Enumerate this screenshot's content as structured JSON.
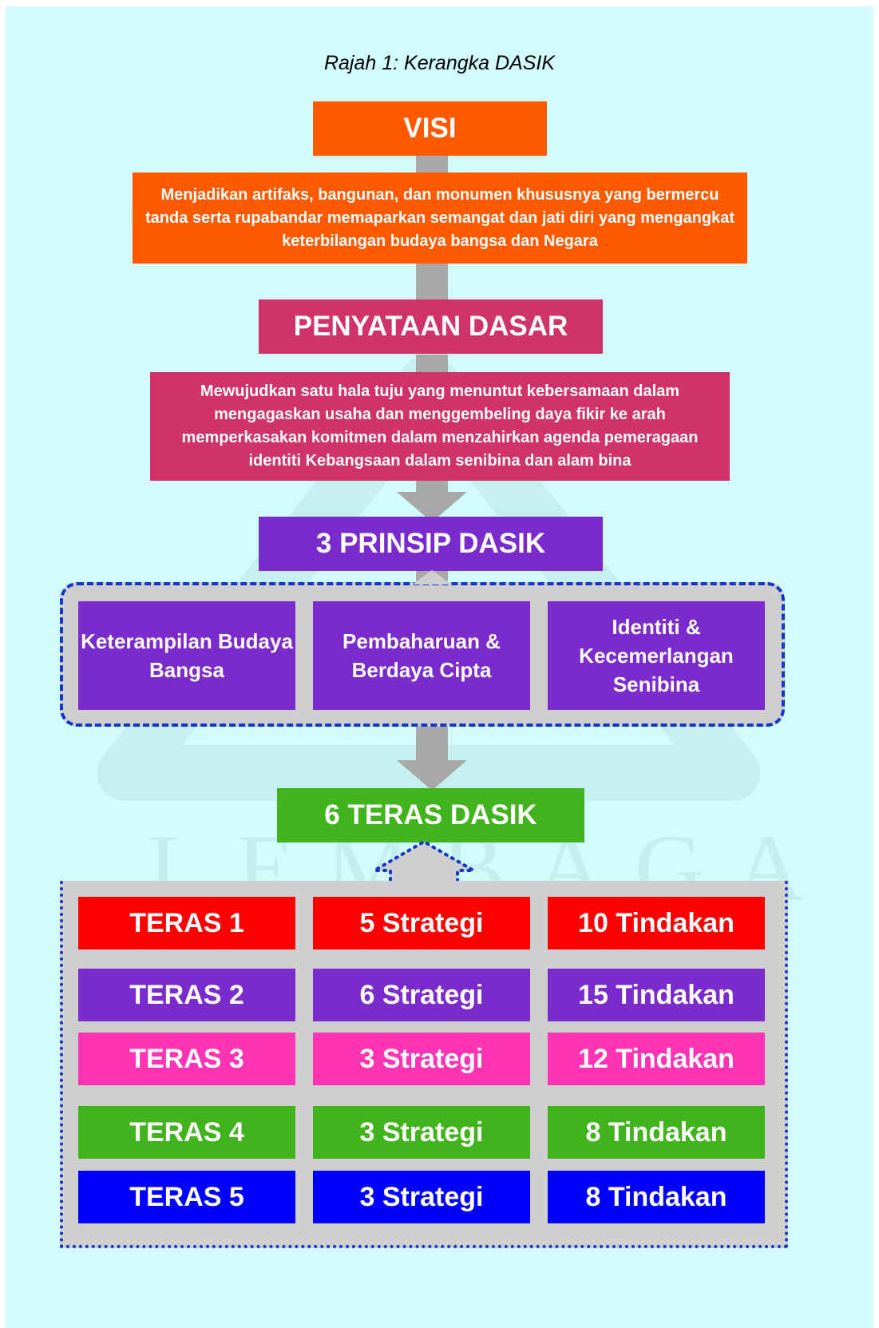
{
  "caption": "Rajah 1: Kerangka DASIK",
  "watermark": "LEMBAGA",
  "visi": {
    "title": "VISI",
    "text": "Menjadikan artifaks, bangunan, dan monumen khususnya yang bermercu tanda serta rupabandar memaparkan semangat dan jati diri yang mengangkat keterbilangan budaya bangsa dan Negara",
    "color": "#ff5a00"
  },
  "penyataan": {
    "title": "PENYATAAN DASAR",
    "text": "Mewujudkan satu hala tuju yang menuntut kebersamaan dalam mengagaskan usaha dan menggembeling daya fikir ke arah memperkasakan komitmen dalam menzahirkan agenda pemeragaan identiti Kebangsaan dalam senibina dan alam bina",
    "color": "#d0336a"
  },
  "prinsip": {
    "title": "3 PRINSIP DASIK",
    "color": "#7b2acb",
    "items": [
      "Keterampilan Budaya Bangsa",
      "Pembaharuan & Berdaya Cipta",
      "Identiti & Kecemerlangan Senibina"
    ]
  },
  "teras": {
    "title": "6 TERAS DASIK",
    "color": "#41b31c",
    "rows": [
      {
        "teras": "TERAS 1",
        "strategi": "5 Strategi",
        "tindakan": "10 Tindakan",
        "color": "#ff0000"
      },
      {
        "teras": "TERAS 2",
        "strategi": "6 Strategi",
        "tindakan": "15 Tindakan",
        "color": "#7b2acb"
      },
      {
        "teras": "TERAS 3",
        "strategi": "3 Strategi",
        "tindakan": "12 Tindakan",
        "color": "#ff33b4"
      },
      {
        "teras": "TERAS 4",
        "strategi": "3 Strategi",
        "tindakan": "8 Tindakan",
        "color": "#41b31c"
      },
      {
        "teras": "TERAS 5",
        "strategi": "3 Strategi",
        "tindakan": "8 Tindakan",
        "color": "#0000ff"
      }
    ]
  }
}
